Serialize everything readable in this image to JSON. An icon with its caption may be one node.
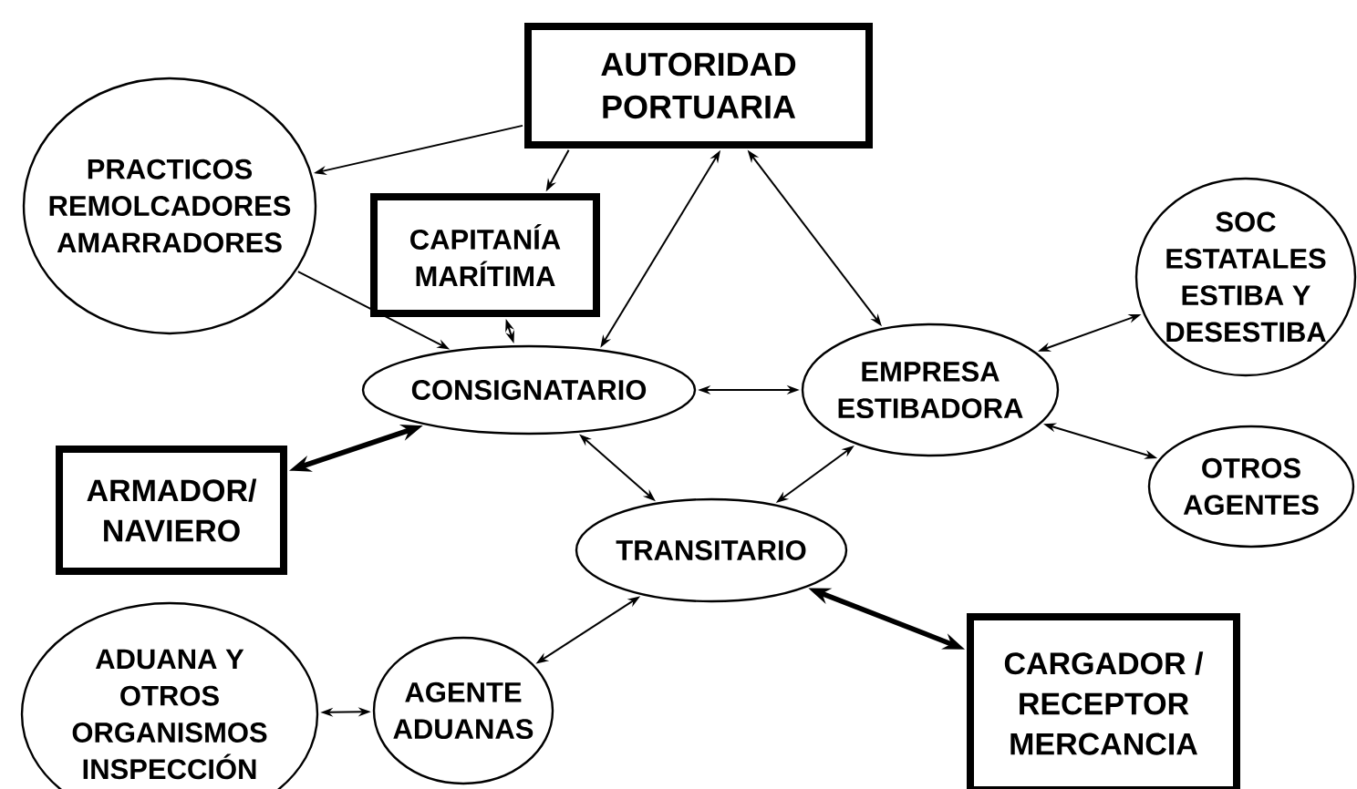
{
  "diagram": {
    "nodes": [
      {
        "text": [
          "AUTORIDAD PORTUARIA"
        ]
      },
      {
        "text": [
          "PRACTICOS REMOLCADORES AMARRADORES"
        ]
      },
      {
        "text": [
          "CAPITANÍA MARÍTIMA"
        ]
      },
      {
        "text": [
          "CONSIGNATARIO"
        ]
      },
      {
        "text": [
          "EMPRESA ESTIBADORA"
        ]
      },
      {
        "text": [
          "SOC ESTATALES ESTIBA Y DESESTIBA"
        ]
      },
      {
        "text": [
          "ARMADOR/ NAVIERO"
        ]
      },
      {
        "text": [
          "TRANSITARIO"
        ]
      },
      {
        "text": [
          "OTROS AGENTES"
        ]
      },
      {
        "text": [
          "ADUANA Y OTROS ORGANISMOS INSPECCIÓN"
        ]
      },
      {
        "text": [
          "AGENTE ADUANAS"
        ]
      },
      {
        "text": [
          "CARGADOR / RECEPTOR MERCANCIA"
        ]
      }
    ],
    "edges": [
      {
        "from": 0,
        "to": 1,
        "arrow": "to"
      },
      {
        "from": 0,
        "to": 2,
        "arrow": "to"
      },
      {
        "from": 3,
        "to": 0,
        "arrow": "both"
      },
      {
        "from": 2,
        "to": 3,
        "arrow": "both"
      },
      {
        "from": 0,
        "to": 4,
        "arrow": "both"
      },
      {
        "from": 1,
        "to": 3,
        "arrow": "to"
      },
      {
        "from": 3,
        "to": 4,
        "arrow": "both"
      },
      {
        "from": 4,
        "to": 5,
        "arrow": "both"
      },
      {
        "from": 4,
        "to": 8,
        "arrow": "both"
      },
      {
        "from": 6,
        "to": 3,
        "arrow": "both",
        "style": "thick"
      },
      {
        "from": 3,
        "to": 7,
        "arrow": "both"
      },
      {
        "from": 7,
        "to": 4,
        "arrow": "both"
      },
      {
        "from": 10,
        "to": 7,
        "arrow": "both"
      },
      {
        "from": 9,
        "to": 10,
        "arrow": "both"
      },
      {
        "from": 7,
        "to": 11,
        "arrow": "both",
        "style": "thick"
      }
    ]
  }
}
